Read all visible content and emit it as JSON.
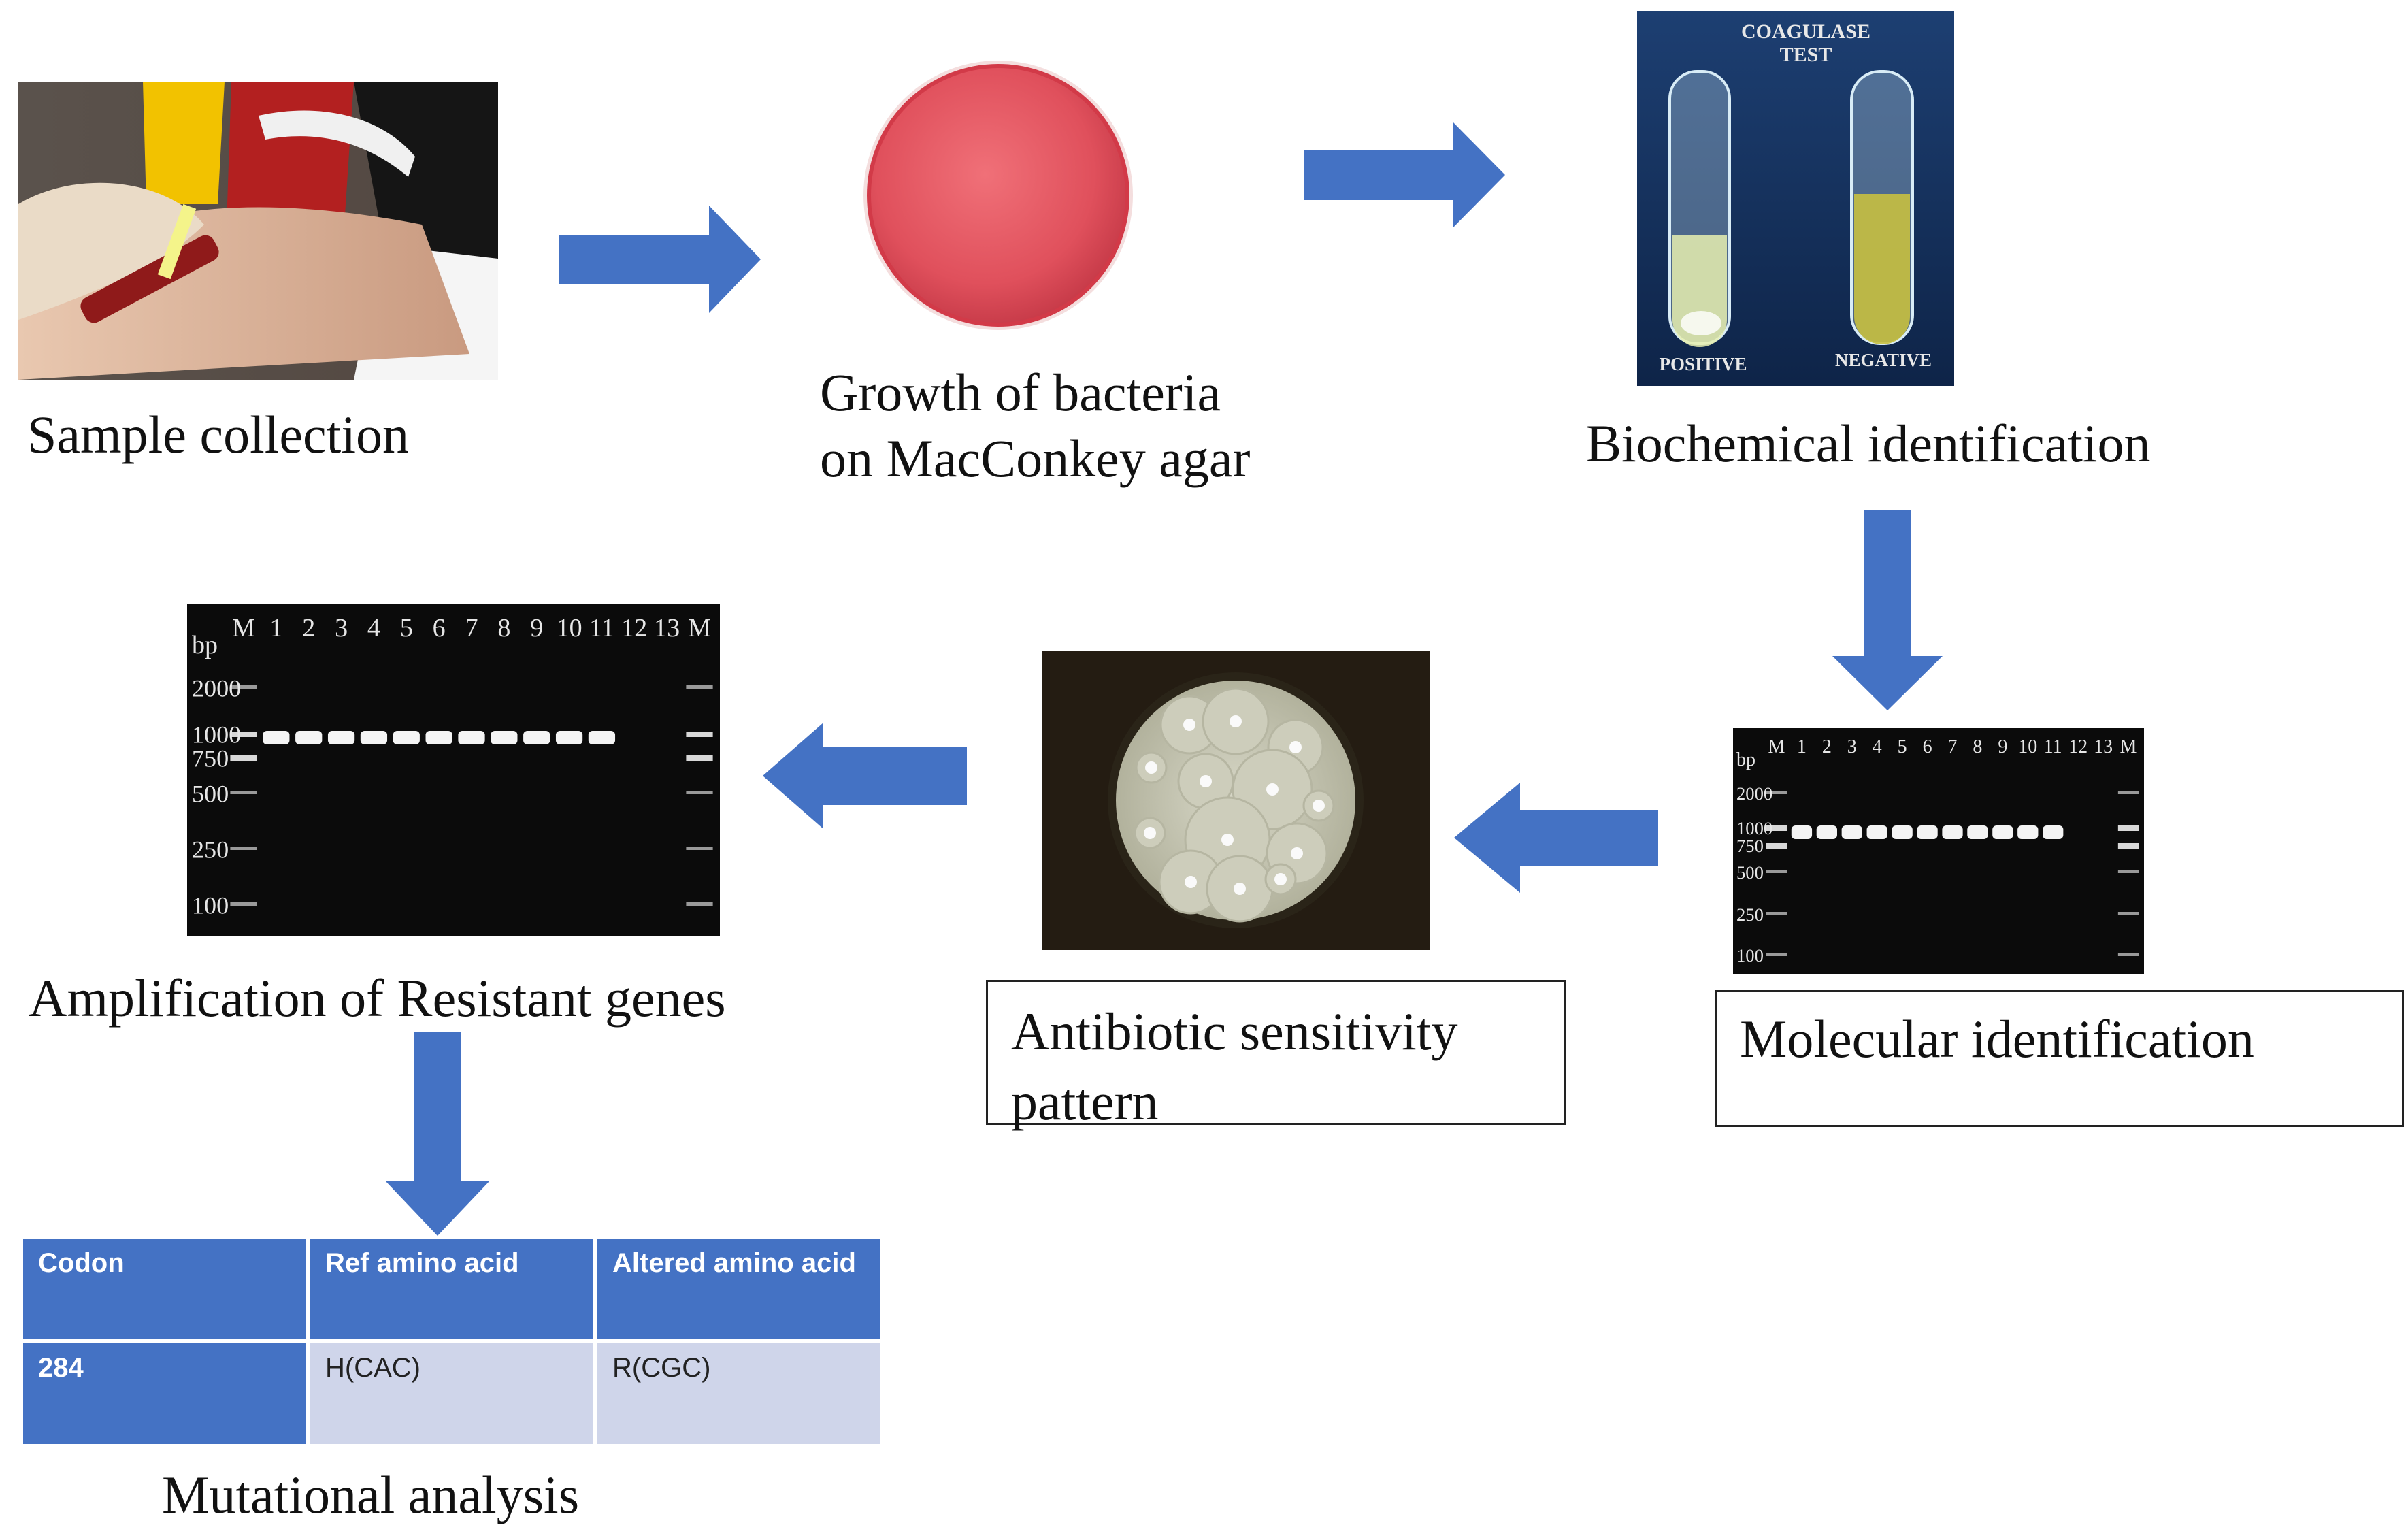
{
  "colors": {
    "arrow": "#4472c4",
    "table_header": "#4472c4",
    "table_body": "#cfd5ea",
    "gel_background": "#0b0b0b",
    "agar_plate": "#e0505c"
  },
  "steps": {
    "sample_collection": {
      "label": "Sample collection"
    },
    "bacterial_growth": {
      "line1": "Growth of bacteria",
      "line2": "on MacConkey agar"
    },
    "biochemical": {
      "label": "Biochemical identification",
      "photo_title_line1": "COAGULASE",
      "photo_title_line2": "TEST",
      "tube_left_label": "POSITIVE",
      "tube_right_label": "NEGATIVE"
    },
    "molecular": {
      "label": "Molecular identification"
    },
    "antibiotic": {
      "line1": "Antibiotic sensitivity",
      "line2": "pattern"
    },
    "amplification": {
      "label": "Amplification of Resistant genes"
    },
    "mutational": {
      "label": "Mutational analysis"
    }
  },
  "gel": {
    "unit": "bp",
    "lanes": [
      "M",
      "1",
      "2",
      "3",
      "4",
      "5",
      "6",
      "7",
      "8",
      "9",
      "10",
      "11",
      "12",
      "13",
      "M"
    ],
    "ladder_bp": [
      "2000",
      "1000",
      "750",
      "500",
      "250",
      "100"
    ]
  },
  "mutation_table": {
    "headers": [
      "Codon",
      "Ref amino acid",
      "Altered amino acid"
    ],
    "rows": [
      [
        "284",
        "H(CAC)",
        "R(CGC)"
      ]
    ]
  }
}
